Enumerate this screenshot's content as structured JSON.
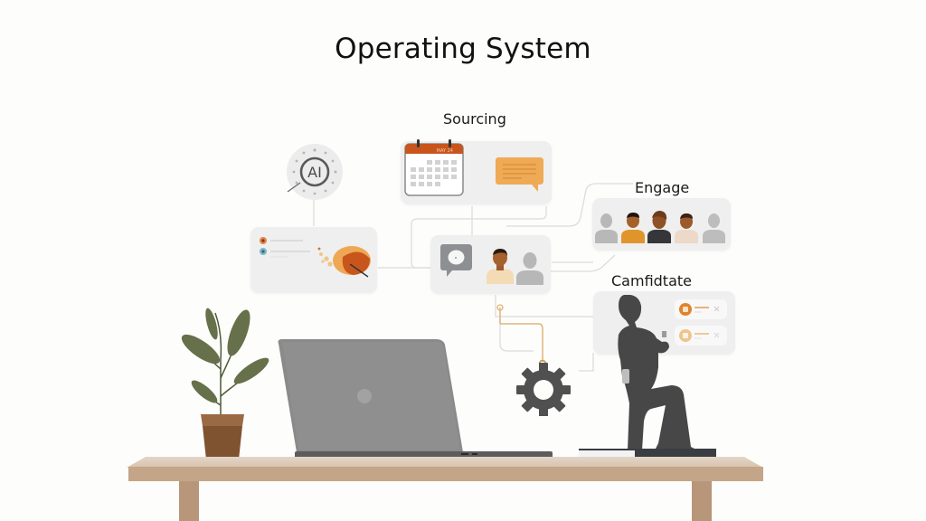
{
  "title": "Operating System",
  "labels": {
    "sourcing": "Sourcing",
    "engage": "Engage",
    "candidate": "Camfidtate",
    "ai_badge": "AI"
  },
  "colors": {
    "accent_orange": "#e8a24a",
    "dark_orange": "#c8561c",
    "card_bg": "#efefef",
    "icon_gray": "#8b8b8b",
    "dark_gray": "#505050",
    "plant_green": "#5f6e46",
    "pot_brown": "#8a5a33",
    "desk_tan": "#c9a888"
  },
  "icons": [
    "ai-badge-icon",
    "calendar-icon",
    "chat-bubble-icon",
    "brain-icon",
    "speech-bubble-icon",
    "person-icon",
    "gear-icon",
    "laptop-icon",
    "plant-icon",
    "person-silhouette-icon",
    "book-icon"
  ]
}
